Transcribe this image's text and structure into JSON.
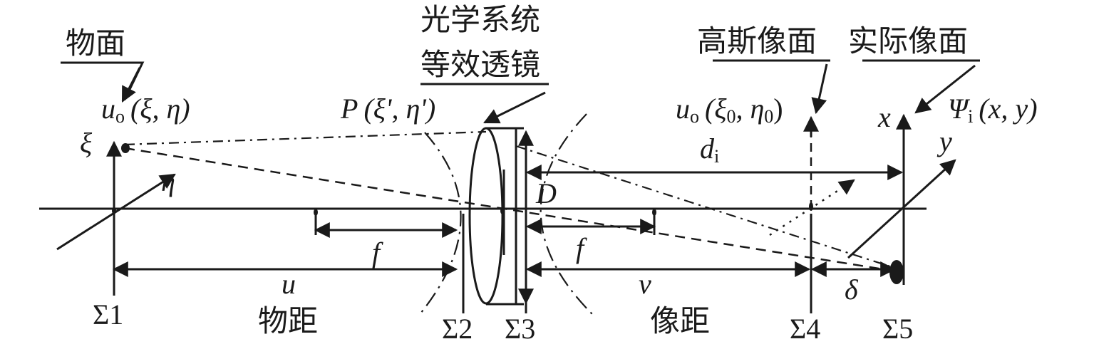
{
  "labels": {
    "object_plane_title": "物面",
    "optical_system_line1": "光学系统",
    "optical_system_line2": "等效透镜",
    "gauss_image_plane": "高斯像面",
    "actual_image_plane": "实际像面",
    "object_func_u": "u",
    "object_func_sub": "o",
    "object_func_args": "(ξ, η)",
    "pupil_func_P": "P",
    "pupil_func_args": "(ξ', η')",
    "gauss_func_u": "u",
    "gauss_func_sub": "o",
    "gauss_func_args_open": "(ξ",
    "gauss_func_args_sub1": "0",
    "gauss_func_args_mid": ", η",
    "gauss_func_args_sub2": "0",
    "gauss_func_args_close": ")",
    "image_func_psi": "Ψ",
    "image_func_sub": "i",
    "image_func_args": "(x, y)",
    "axis_xi": "ξ",
    "axis_eta": "η",
    "axis_x": "x",
    "axis_y": "y",
    "dist_di": "d",
    "dist_di_sub": "i",
    "aperture_D": "D",
    "focal_left": "f",
    "focal_right": "f",
    "object_dist_u": "u",
    "object_dist_text": "物距",
    "image_dist_v": "v",
    "image_dist_text": "像距",
    "defocus_delta": "δ",
    "plane1": "Σ1",
    "plane2": "Σ2",
    "plane3": "Σ3",
    "plane4": "Σ4",
    "plane5": "Σ5"
  }
}
